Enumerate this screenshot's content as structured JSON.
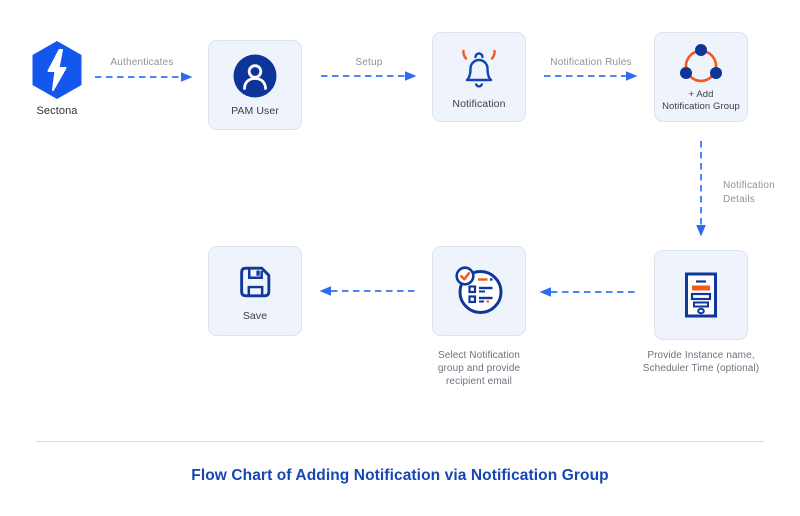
{
  "title": "Flow Chart of Adding Notification via Notification Group",
  "logo": {
    "label": "Sectona"
  },
  "nodes": {
    "pam_user": {
      "label": "PAM User",
      "icon": "user-icon"
    },
    "notification": {
      "label": "Notification",
      "icon": "bell-icon"
    },
    "add_notification_group": {
      "label": [
        "+ Add",
        "Notification Group"
      ],
      "icon": "group-icon"
    },
    "provide_instance": {
      "caption": [
        "Provide Instance name,",
        "Scheduler Time (optional)"
      ],
      "icon": "form-icon"
    },
    "select_notification_group": {
      "caption": [
        "Select Notification",
        "group and provide",
        "recipient email"
      ],
      "icon": "checklist-icon"
    },
    "save": {
      "label": "Save",
      "icon": "save-icon"
    }
  },
  "arrows": {
    "authenticates": {
      "label": "Authenticates"
    },
    "setup": {
      "label": "Setup"
    },
    "notification_rules": {
      "label": "Notification Rules"
    },
    "notification_details": {
      "label": [
        "Notification",
        "Details"
      ]
    }
  },
  "colors": {
    "arrow_blue": "#4c87f7",
    "arrowhead_blue": "#2e6bf0",
    "icon_navy": "#10379b",
    "icon_orange": "#f4581c",
    "logo_blue": "#1457ef",
    "title_blue": "#1546b4",
    "box_bg": "#eff3fb",
    "box_border": "#dde3ef",
    "label_dark": "#39404c",
    "label_gray": "#8d939d",
    "caption_gray": "#6d737d"
  }
}
